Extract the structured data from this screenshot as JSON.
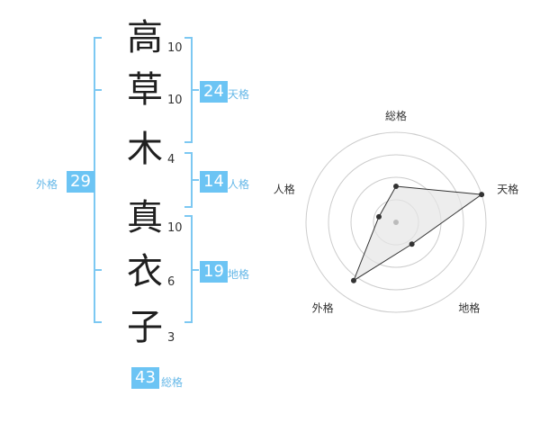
{
  "name": {
    "chars": [
      {
        "char": "高",
        "strokes": "10"
      },
      {
        "char": "草",
        "strokes": "10"
      },
      {
        "char": "木",
        "strokes": "4"
      },
      {
        "char": "真",
        "strokes": "10"
      },
      {
        "char": "衣",
        "strokes": "6"
      },
      {
        "char": "子",
        "strokes": "3"
      }
    ]
  },
  "fortunes": {
    "tenkaku": {
      "value": "24",
      "label": "天格"
    },
    "jinkaku": {
      "value": "14",
      "label": "人格"
    },
    "chikaku": {
      "value": "19",
      "label": "地格"
    },
    "gaikaku": {
      "value": "29",
      "label": "外格"
    },
    "soukaku": {
      "value": "43",
      "label": "総格"
    }
  },
  "colors": {
    "accent": "#6cc4f4",
    "bracket": "#7cc8f2",
    "ring": "#cccccc",
    "polygon_fill": "#e6e6e6"
  },
  "chart_data": {
    "type": "radar",
    "axes": [
      "総格",
      "天格",
      "地格",
      "外格",
      "人格"
    ],
    "values": [
      0.4,
      1.0,
      0.3,
      0.8,
      0.2
    ],
    "rings": 4
  }
}
